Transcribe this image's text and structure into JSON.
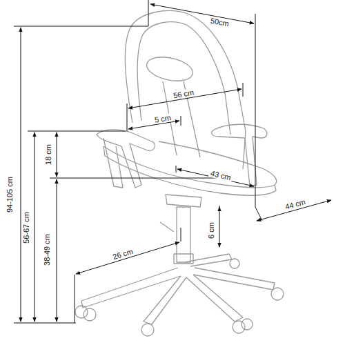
{
  "diagram": {
    "labels": [
      "50cm",
      "56 cm",
      "5 cm",
      "18 cm",
      "43 cm",
      "44 cm",
      "94-105 cm",
      "56-67 cm",
      "38-49 cm",
      "6 cm",
      "26 cm"
    ]
  }
}
